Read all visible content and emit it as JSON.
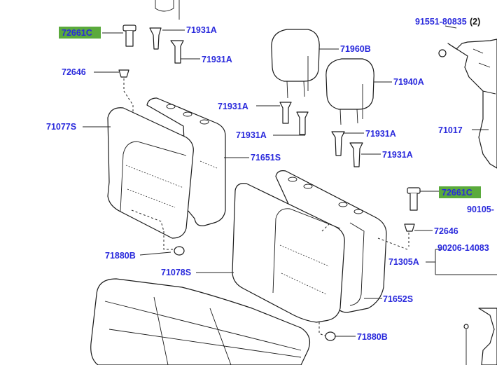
{
  "accent_color": "#2a2adc",
  "highlight_color": "#5aaa3c",
  "parts": {
    "p72661c_top": "72661C",
    "p71931a_1": "71931A",
    "p71931a_2": "71931A",
    "p72646_top": "72646",
    "p71960b": "71960B",
    "p91551": "91551-80835",
    "p91551_qty": "(2)",
    "p71940a": "71940A",
    "p71077s": "71077S",
    "p71931a_3": "71931A",
    "p71931a_4": "71931A",
    "p71931a_5": "71931A",
    "p71931a_6": "71931A",
    "p71017": "71017",
    "p71651s": "71651S",
    "p72661c_right": "72661C",
    "p90105": "90105-",
    "p72646_right": "72646",
    "p90206": "90206-14083",
    "p71880b_left": "71880B",
    "p71078s": "71078S",
    "p71305a": "71305A",
    "p71652s": "71652S",
    "p71880b_bottom": "71880B"
  }
}
